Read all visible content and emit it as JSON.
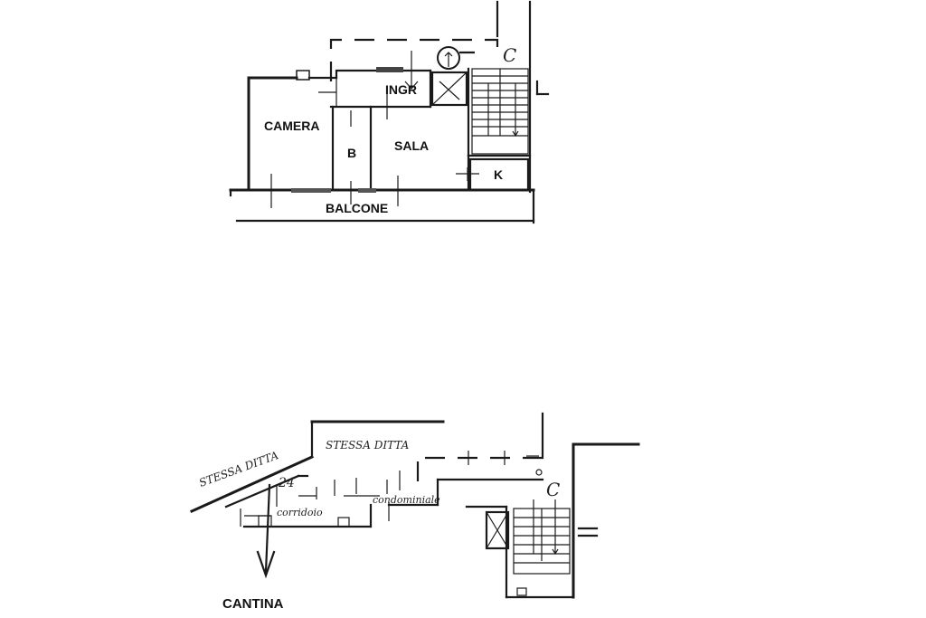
{
  "upper_plan": {
    "rooms": {
      "camera": "CAMERA",
      "ingr": "INGR",
      "sala": "SALA",
      "bagno": "B",
      "kitchen": "K",
      "balcone": "BALCONE"
    },
    "stair_mark": "C"
  },
  "lower_plan": {
    "neighbor_left": "STESSA DITTA",
    "neighbor_right": "STESSA DITTA",
    "cellar_number": "24",
    "corridor_1": "corridoio",
    "corridor_2": "condominiale",
    "cantina": "CANTINA",
    "stair_mark": "C"
  }
}
